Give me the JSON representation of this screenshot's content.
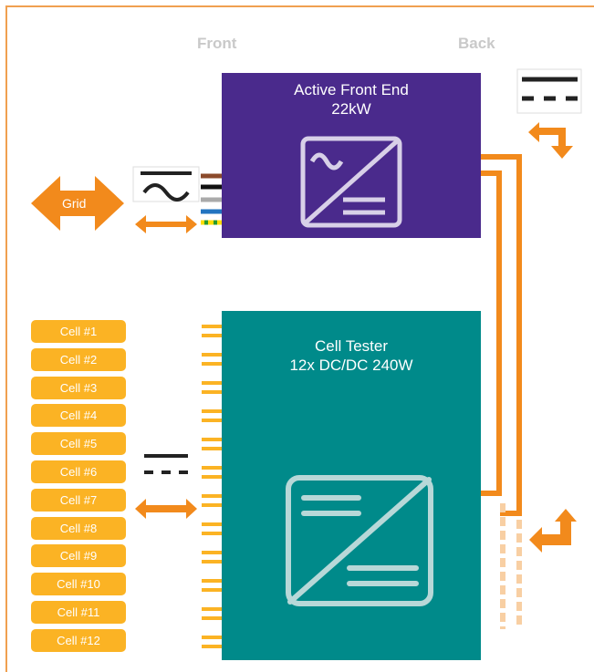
{
  "headers": {
    "front": "Front",
    "back": "Back"
  },
  "afe": {
    "line1": "Active Front End",
    "line2": "22kW"
  },
  "tester": {
    "line1": "Cell Tester",
    "line2": "12x DC/DC 240W"
  },
  "grid": {
    "label": "Grid"
  },
  "cells": [
    "Cell #1",
    "Cell #2",
    "Cell #3",
    "Cell #4",
    "Cell #5",
    "Cell #6",
    "Cell #7",
    "Cell #8",
    "Cell #9",
    "Cell #10",
    "Cell #11",
    "Cell #12"
  ],
  "colors": {
    "afe": "#4a2a8c",
    "tester": "#008a8a",
    "cell": "#fbb324",
    "arrow": "#f28a1c",
    "connector": "#fbb324"
  },
  "icons": [
    "ac-symbol-icon",
    "dc-symbol-icon",
    "inverter-icon",
    "dcdc-converter-icon",
    "bidirectional-arrow-icon",
    "elbow-arrow-icon"
  ]
}
